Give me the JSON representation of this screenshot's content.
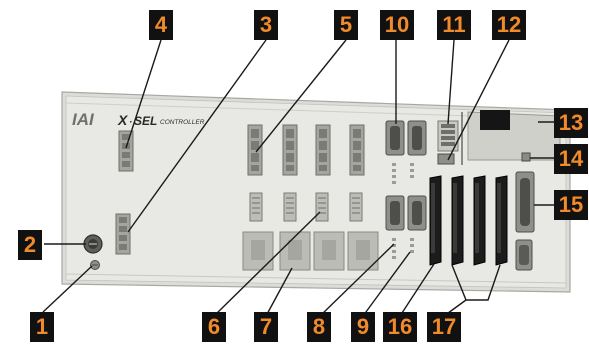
{
  "controller": {
    "brand": "IAI",
    "model_prefix": "X",
    "model_name": "SEL",
    "model_suffix": "CONTROLLER"
  },
  "callouts": [
    "1",
    "2",
    "3",
    "4",
    "5",
    "6",
    "7",
    "8",
    "9",
    "10",
    "11",
    "12",
    "13",
    "14",
    "15",
    "16",
    "17"
  ],
  "colors": {
    "panel": "#e6e6e3",
    "panel_edge": "#bdbdb8",
    "callout_bg": "#111111",
    "callout_text": "#f08a2a",
    "leader_line": "#1a1a1a",
    "port": "#8e8e8a",
    "slot": "#1c1c1c"
  }
}
